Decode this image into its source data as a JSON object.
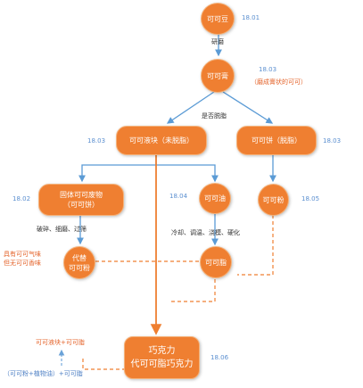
{
  "nodes": {
    "cocoa_bean": "可可豆",
    "cocoa_paste": "可可膏",
    "cocoa_liquor_line1": "可可液块",
    "cocoa_liquor_line2": "（未脱脂）",
    "cocoa_cake_line1": "可可饼",
    "cocoa_cake_line2": "（脱脂）",
    "cocoa_solids_line1": "固体可可废物",
    "cocoa_solids_line2": "（可可饼）",
    "cocoa_oil": "可可油",
    "cocoa_powder": "可可粉",
    "substitute_line1": "代替",
    "substitute_line2": "可可粉",
    "cocoa_butter": "可可脂",
    "chocolate_line1": "巧克力",
    "chocolate_line2": "代可可脂巧克力"
  },
  "codes": {
    "bean": "18.01",
    "paste": "18.03",
    "liquor": "18.03",
    "cake": "18.03",
    "solids": "18.02",
    "oil": "18.04",
    "powder": "18.05",
    "chocolate": "18.06"
  },
  "labels": {
    "grinding": "研磨",
    "paste_note": "（磨成膏状的可可）",
    "defat_question": "是否脱脂",
    "crush_steps": "破碎、细磨、过筛",
    "oil_steps": "冷却、调温、浇模、硬化",
    "flavor_line1": "具有可可气味",
    "flavor_line2": "但无可可香味",
    "formula_top": "可可液块+可可脂",
    "formula_bottom": "（可可粉+植物油）+可可脂"
  },
  "colors": {
    "node_fill": "#ef7f31",
    "solid_arrow": "#5b9bd5",
    "dashed_line": "#ef7f31",
    "code_text": "#5b8fd0"
  }
}
